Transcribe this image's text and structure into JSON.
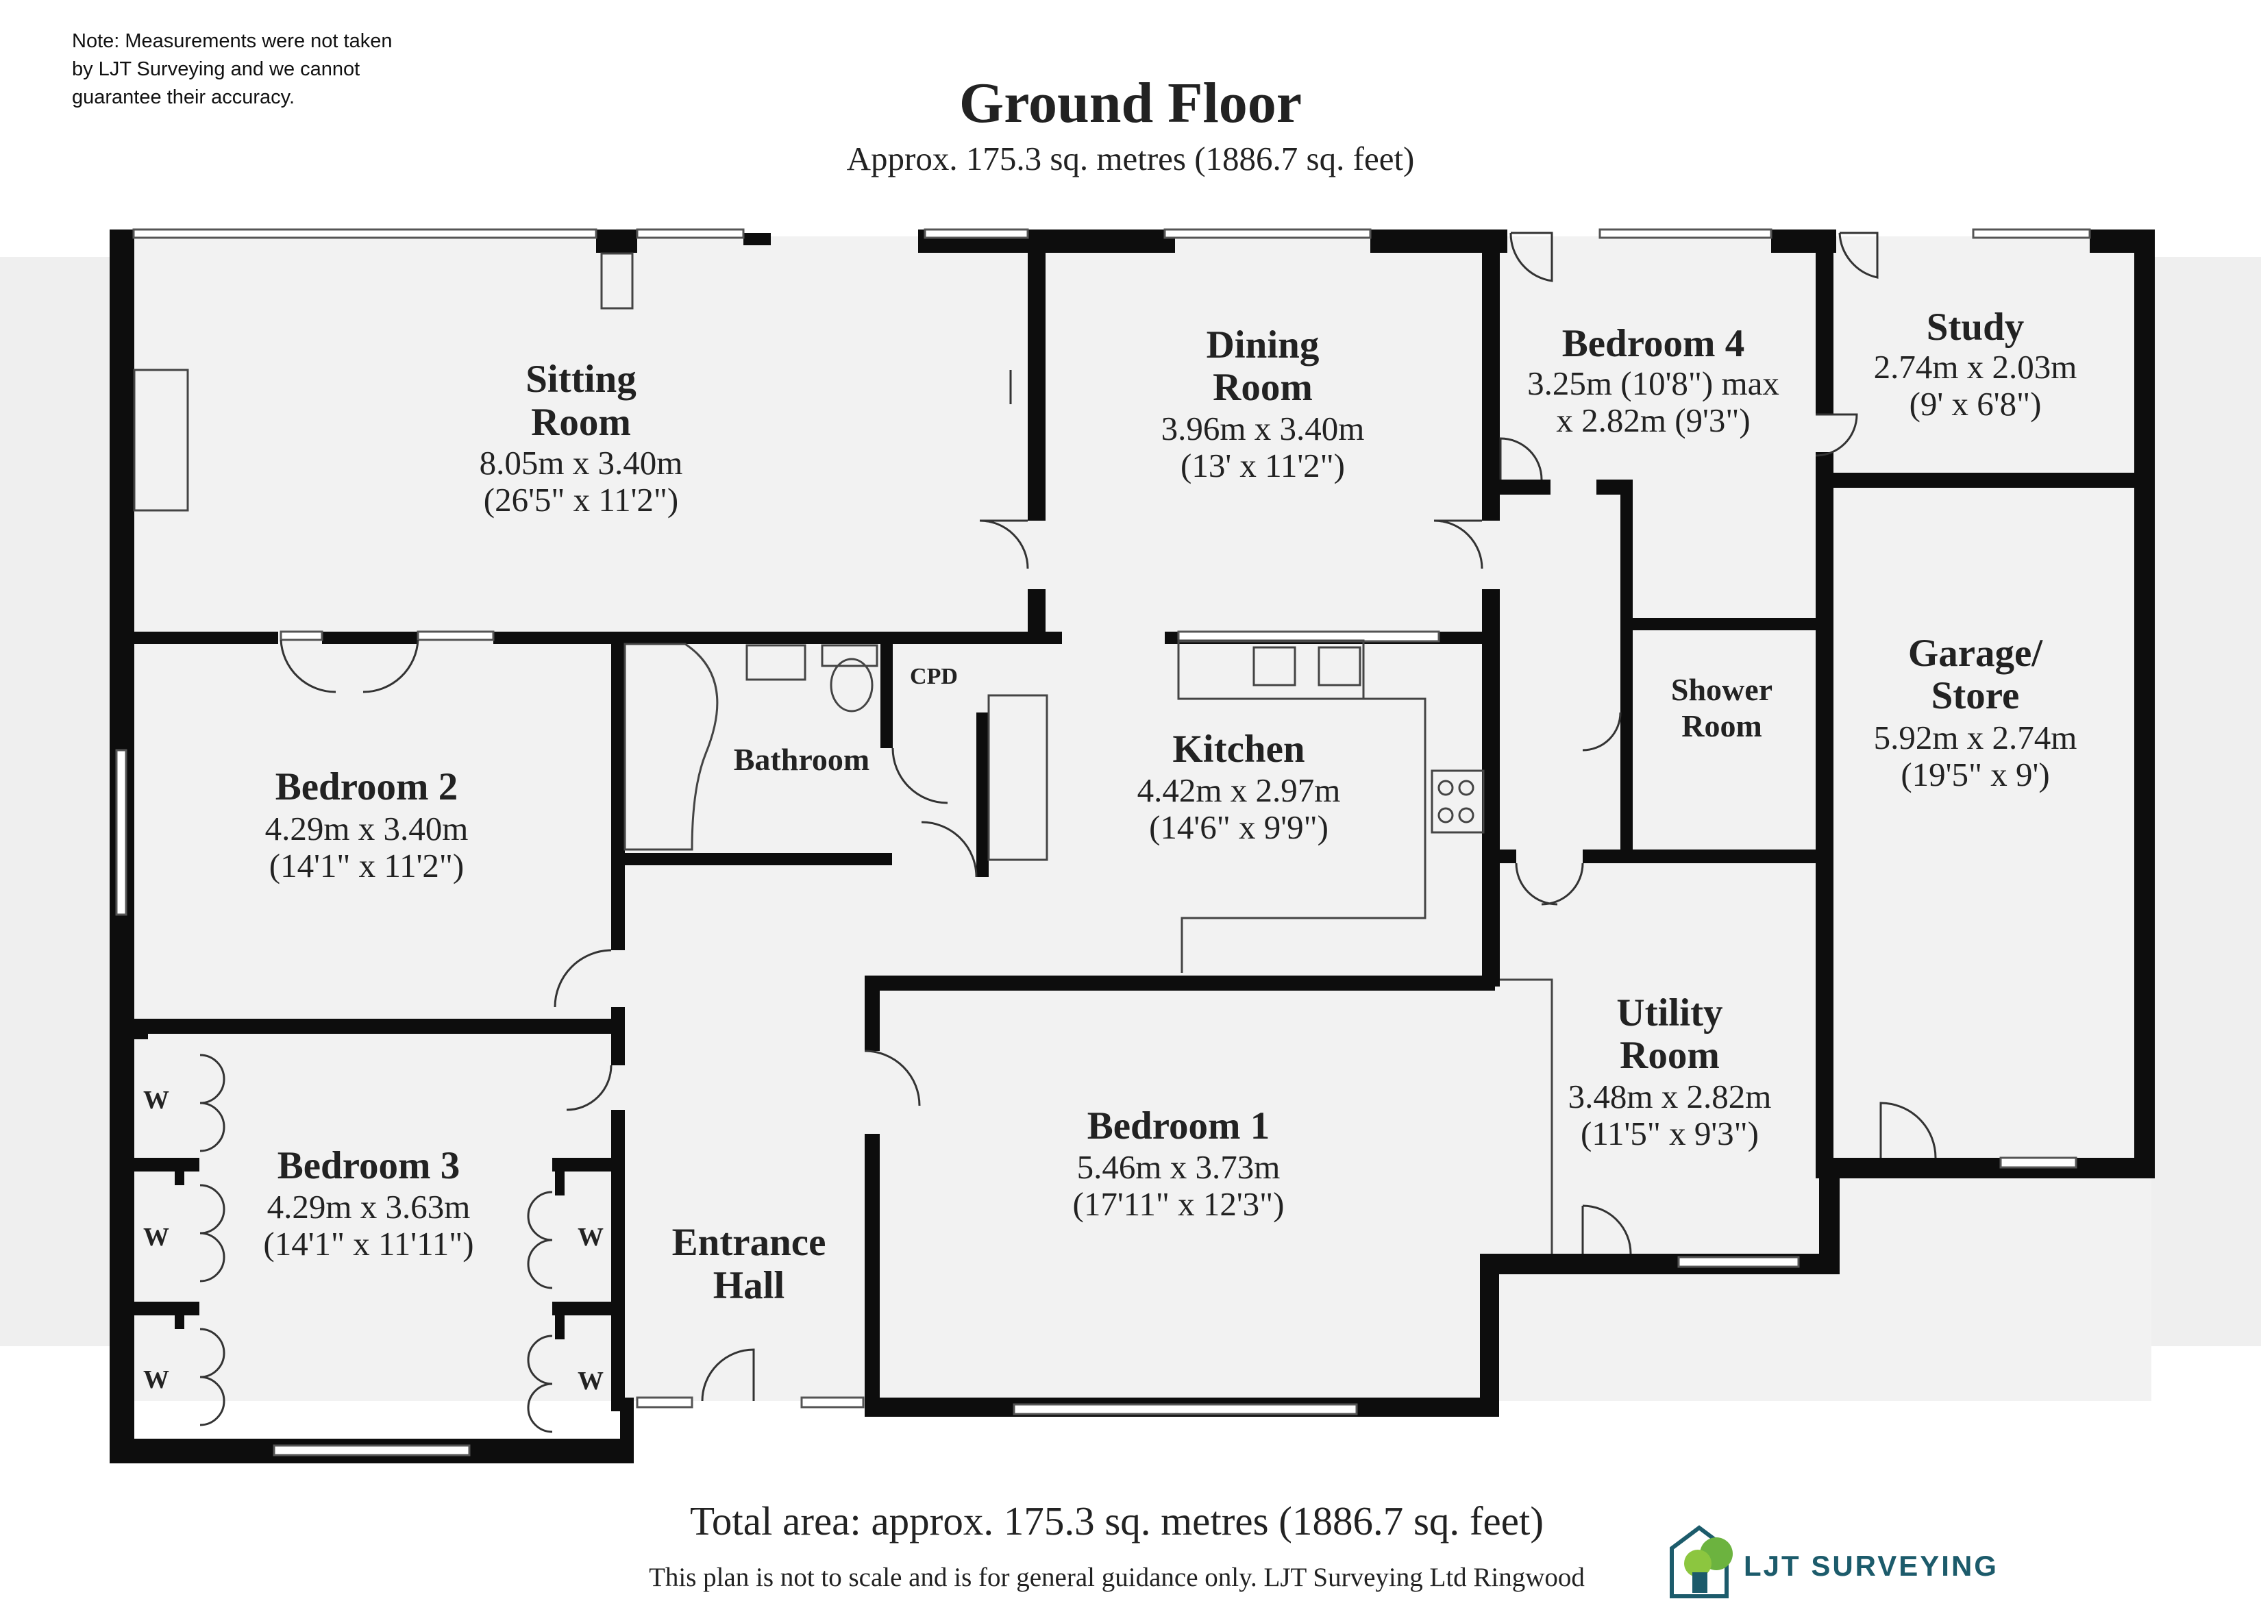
{
  "note": "Note: Measurements were not taken\nby LJT Surveying and we cannot\n guarantee their accuracy.",
  "header": {
    "title": "Ground Floor",
    "subtitle": "Approx. 175.3 sq. metres (1886.7 sq. feet)"
  },
  "rooms": {
    "sitting_room": {
      "name1": "Sitting",
      "name2": "Room",
      "dim_m": "8.05m x 3.40m",
      "dim_ft": "(26'5\" x 11'2\")"
    },
    "dining_room": {
      "name1": "Dining",
      "name2": "Room",
      "dim_m": "3.96m x 3.40m",
      "dim_ft": "(13' x 11'2\")"
    },
    "bedroom_4": {
      "name": "Bedroom 4",
      "dim_m": "3.25m (10'8\") max",
      "dim_ft": "x 2.82m (9'3\")"
    },
    "study": {
      "name": "Study",
      "dim_m": "2.74m x 2.03m",
      "dim_ft": "(9' x 6'8\")"
    },
    "bedroom_2": {
      "name": "Bedroom 2",
      "dim_m": "4.29m x 3.40m",
      "dim_ft": "(14'1\" x 11'2\")"
    },
    "bathroom": {
      "name": "Bathroom"
    },
    "cpd": {
      "name": "CPD"
    },
    "kitchen": {
      "name": "Kitchen",
      "dim_m": "4.42m x 2.97m",
      "dim_ft": "(14'6\" x 9'9\")"
    },
    "shower_room": {
      "name1": "Shower",
      "name2": "Room"
    },
    "garage": {
      "name1": "Garage/",
      "name2": "Store",
      "dim_m": "5.92m x 2.74m",
      "dim_ft": "(19'5\" x 9')"
    },
    "bedroom_3": {
      "name": "Bedroom 3",
      "dim_m": "4.29m x 3.63m",
      "dim_ft": "(14'1\" x 11'11\")"
    },
    "entrance_hall": {
      "name1": "Entrance",
      "name2": "Hall"
    },
    "bedroom_1": {
      "name": "Bedroom 1",
      "dim_m": "5.46m x 3.73m",
      "dim_ft": "(17'11\" x 12'3\")"
    },
    "utility_room": {
      "name1": "Utility",
      "name2": "Room",
      "dim_m": "3.48m x 2.82m",
      "dim_ft": "(11'5\" x 9'3\")"
    }
  },
  "wardrobe_label": "W",
  "footer": {
    "total": "Total area: approx. 175.3 sq. metres (1886.7 sq. feet)",
    "disclaimer": "This plan is not to scale and is for general guidance only. LJT Surveying Ltd Ringwood",
    "brand": "LJT SURVEYING"
  },
  "colors": {
    "wall": "#0d0d0d",
    "band": "#efefef",
    "brand": "#1c5b6b",
    "logo_green": "#6cb33f"
  }
}
